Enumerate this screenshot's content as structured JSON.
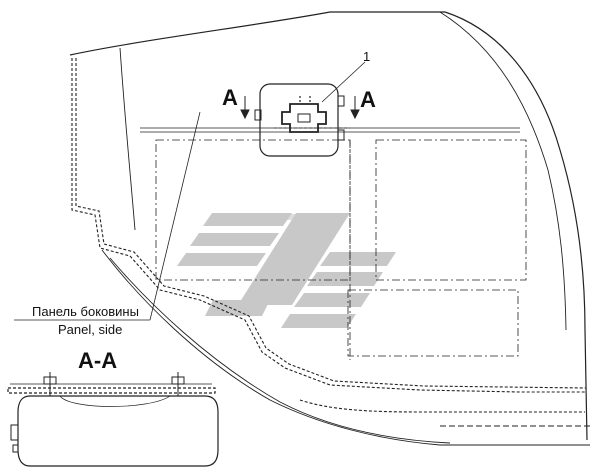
{
  "labels": {
    "section_left": "A",
    "section_right": "A",
    "callout_number": "1",
    "panel_ru": "Панель боковины",
    "panel_en": "Panel, side",
    "section_title": "A-A"
  },
  "colors": {
    "line": "#222222",
    "logo": "#c8c8c8",
    "background": "#ffffff"
  }
}
